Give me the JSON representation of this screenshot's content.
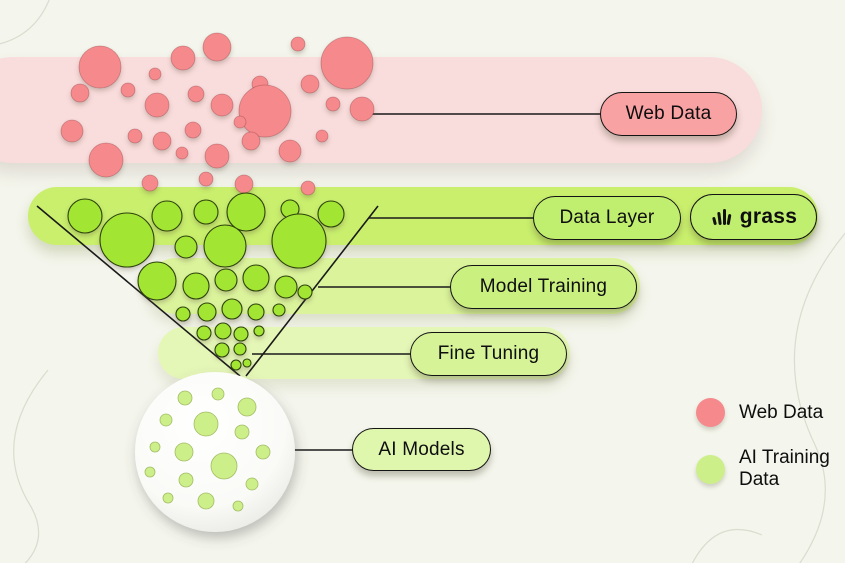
{
  "diagram": {
    "pills": {
      "web_data": "Web Data",
      "data_layer": "Data Layer",
      "grass_brand": "grass",
      "model_training": "Model Training",
      "fine_tuning": "Fine Tuning",
      "ai_models": "AI Models"
    },
    "legend": [
      {
        "label": "Web Data",
        "color": "#f5898c"
      },
      {
        "label": "AI Training Data",
        "color": "#cdef89"
      }
    ],
    "colors": {
      "background": "#f4f5ec",
      "pink_band": "#f9dcdc",
      "pink_bubble": "#f5898c",
      "green_band_primary": "#c9ef6d",
      "green_band_secondary": "#dbf49c",
      "green_band_tertiary": "#e5f7b7",
      "green_bubble": "#a2e531",
      "ai_bubble": "#cdef89",
      "pill_pink": "#f8a2a4",
      "pill_green_data_layer": "#c0ee6e",
      "pill_green_model_training": "#caf07f",
      "pill_green_fine_tuning": "#d6f398",
      "pill_green_ai_models": "#dff6ad",
      "outline": "#141414"
    }
  }
}
